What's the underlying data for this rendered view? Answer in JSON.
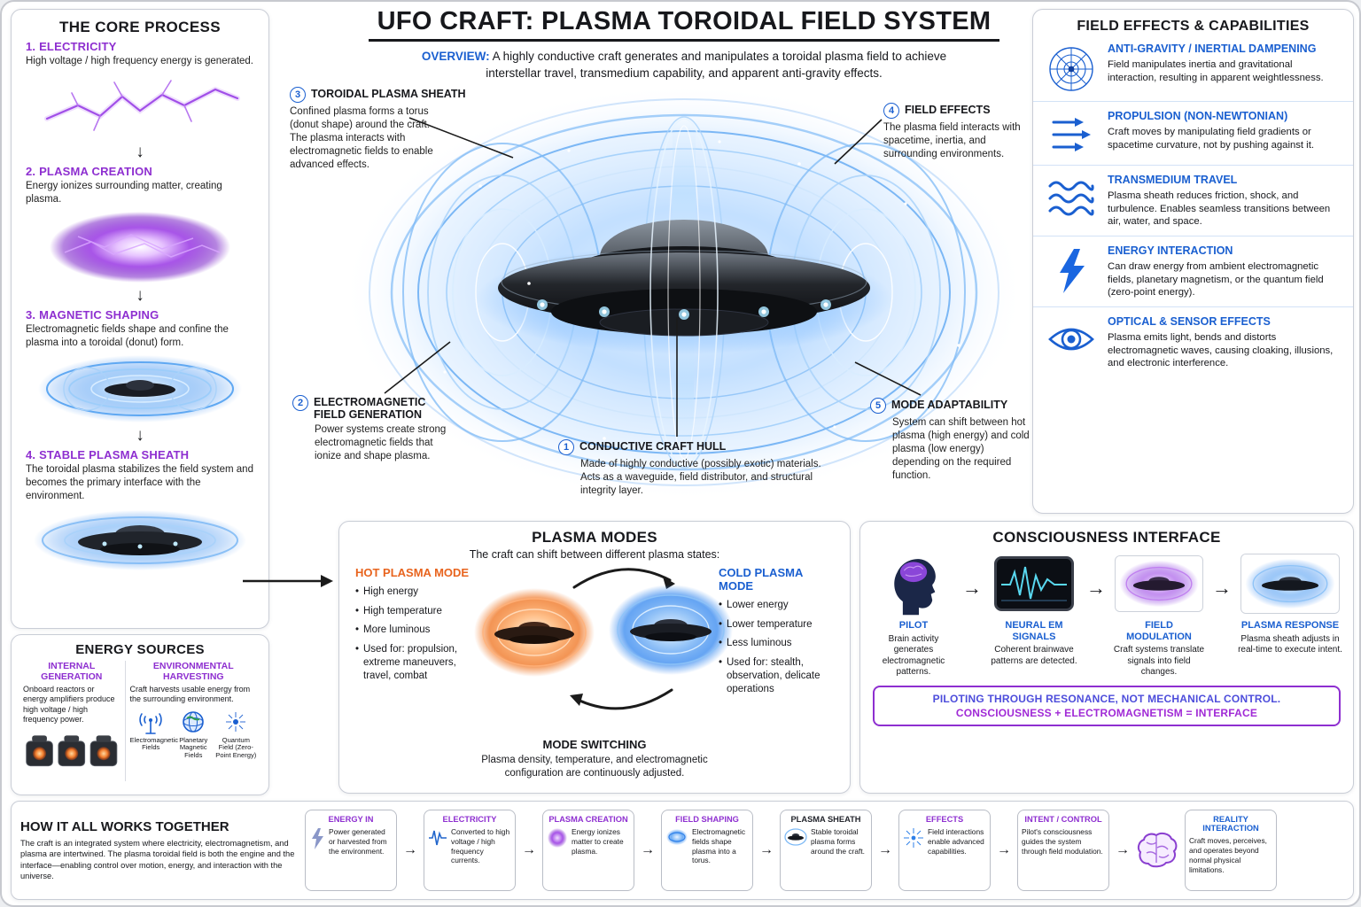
{
  "colors": {
    "blue": "#1a5fd0",
    "purple": "#8e2fd0",
    "orange": "#e8641e",
    "banner-blue": "#4d4ddb",
    "banner-purple": "#a02ad6"
  },
  "header": {
    "title": "UFO CRAFT: PLASMA TOROIDAL FIELD SYSTEM",
    "overview_label": "OVERVIEW:",
    "overview_text": "A highly conductive craft generates and manipulates a toroidal plasma field to achieve interstellar travel, transmedium capability, and apparent anti-gravity effects."
  },
  "core_process": {
    "title": "THE CORE PROCESS",
    "steps": [
      {
        "num": "1.",
        "label": "ELECTRICITY",
        "desc": "High voltage / high frequency energy is generated.",
        "icon": "lightning-illustration"
      },
      {
        "num": "2.",
        "label": "PLASMA CREATION",
        "desc": "Energy ionizes surrounding matter, creating plasma.",
        "icon": "plasma-blob-illustration"
      },
      {
        "num": "3.",
        "label": "MAGNETIC SHAPING",
        "desc": "Electromagnetic fields shape and confine the plasma into a toroidal (donut) form.",
        "icon": "toroid-illustration"
      },
      {
        "num": "4.",
        "label": "STABLE PLASMA SHEATH",
        "desc": "The toroidal plasma stabilizes the field system and becomes the primary interface with the environment.",
        "icon": "saucer-illustration"
      }
    ]
  },
  "diagram": {
    "annotations": [
      {
        "num": "3",
        "label": "TOROIDAL PLASMA SHEATH",
        "desc": "Confined plasma forms a torus (donut shape) around the craft. The plasma interacts with electromagnetic fields to enable advanced effects."
      },
      {
        "num": "4",
        "label": "FIELD EFFECTS",
        "desc": "The plasma field interacts with spacetime, inertia, and surrounding environments."
      },
      {
        "num": "2",
        "label": "ELECTROMAGNETIC FIELD GENERATION",
        "desc": "Power systems create strong electromagnetic fields that ionize and shape plasma."
      },
      {
        "num": "1",
        "label": "CONDUCTIVE CRAFT HULL",
        "desc": "Made of highly conductive (possibly exotic) materials. Acts as a waveguide, field distributor, and structural integrity layer."
      },
      {
        "num": "5",
        "label": "MODE ADAPTABILITY",
        "desc": "System can shift between hot plasma (high energy) and cold plasma (low energy) depending on the required function."
      }
    ]
  },
  "capabilities": {
    "title": "FIELD EFFECTS & CAPABILITIES",
    "items": [
      {
        "icon": "radial-grid-icon",
        "label": "ANTI-GRAVITY / INERTIAL DAMPENING",
        "desc": "Field manipulates inertia and gravitational interaction, resulting in apparent weightlessness."
      },
      {
        "icon": "arrows-right-icon",
        "label": "PROPULSION (NON-NEWTONIAN)",
        "desc": "Craft moves by manipulating field gradients or spacetime curvature, not by pushing against it."
      },
      {
        "icon": "waves-icon",
        "label": "TRANSMEDIUM TRAVEL",
        "desc": "Plasma sheath reduces friction, shock, and turbulence. Enables seamless transitions between air, water, and space."
      },
      {
        "icon": "lightning-bolt-icon",
        "label": "ENERGY INTERACTION",
        "desc": "Can draw energy from ambient electromagnetic fields, planetary magnetism, or the quantum field (zero-point energy)."
      },
      {
        "icon": "eye-icon",
        "label": "OPTICAL & SENSOR EFFECTS",
        "desc": "Plasma emits light, bends and distorts electromagnetic waves, causing cloaking, illusions, and electronic interference."
      }
    ]
  },
  "energy_sources": {
    "title": "ENERGY SOURCES",
    "internal": {
      "label": "INTERNAL GENERATION",
      "desc": "Onboard reactors or energy amplifiers produce high voltage / high frequency power."
    },
    "environmental": {
      "label": "ENVIRONMENTAL HARVESTING",
      "desc": "Craft harvests usable energy from the surrounding environment.",
      "sources": [
        "Electromagnetic Fields",
        "Planetary Magnetic Fields",
        "Quantum Field (Zero-Point Energy)"
      ]
    }
  },
  "plasma_modes": {
    "title": "PLASMA MODES",
    "subtitle": "The craft can shift between different plasma states:",
    "hot": {
      "label": "HOT PLASMA MODE",
      "bullets": [
        "High energy",
        "High temperature",
        "More luminous",
        "Used for: propulsion, extreme maneuvers, travel, combat"
      ]
    },
    "cold": {
      "label": "COLD PLASMA MODE",
      "bullets": [
        "Lower energy",
        "Lower temperature",
        "Less luminous",
        "Used for: stealth, observation, delicate operations"
      ]
    },
    "switching": {
      "label": "MODE SWITCHING",
      "desc": "Plasma density, temperature, and electromagnetic configuration are continuously adjusted."
    }
  },
  "consciousness": {
    "title": "CONSCIOUSNESS INTERFACE",
    "steps": [
      {
        "icon": "pilot-head-illustration",
        "label": "PILOT",
        "desc": "Brain activity generates electromagnetic patterns."
      },
      {
        "icon": "neural-monitor-illustration",
        "label": "NEURAL EM SIGNALS",
        "desc": "Coherent brainwave patterns are detected."
      },
      {
        "icon": "field-modulation-saucer-illustration",
        "label": "FIELD MODULATION",
        "desc": "Craft systems translate signals into field changes."
      },
      {
        "icon": "plasma-response-saucer-illustration",
        "label": "PLASMA RESPONSE",
        "desc": "Plasma sheath adjusts in real-time to execute intent."
      }
    ],
    "banner_line1": "PILOTING THROUGH RESONANCE, NOT MECHANICAL CONTROL.",
    "banner_line2": "CONSCIOUSNESS + ELECTROMAGNETISM = INTERFACE"
  },
  "how_it_works": {
    "title": "HOW IT ALL WORKS TOGETHER",
    "desc": "The craft is an integrated system where electricity, electromagnetism, and plasma are intertwined. The plasma toroidal field is both the engine and the interface—enabling control over motion, energy, and interaction with the universe.",
    "steps": [
      {
        "icon": "bolt-icon",
        "label": "ENERGY IN",
        "desc": "Power generated or harvested from the environment."
      },
      {
        "icon": "waveform-icon",
        "label": "ELECTRICITY",
        "desc": "Converted to high voltage / high frequency currents."
      },
      {
        "icon": "plasma-orb-icon",
        "label": "PLASMA CREATION",
        "desc": "Energy ionizes matter to create plasma."
      },
      {
        "icon": "toroid-icon",
        "label": "FIELD SHAPING",
        "desc": "Electromagnetic fields shape plasma into a torus."
      },
      {
        "icon": "saucer-icon",
        "label": "PLASMA SHEATH",
        "desc": "Stable toroidal plasma forms around the craft."
      },
      {
        "icon": "starburst-icon",
        "label": "EFFECTS",
        "desc": "Field interactions enable advanced capabilities."
      },
      {
        "icon": "",
        "label": "INTENT / CONTROL",
        "desc": "Pilot's consciousness guides the system through field modulation."
      },
      {
        "icon": "",
        "label": "REALITY INTERACTION",
        "desc": "Craft moves, perceives, and operates beyond normal physical limitations."
      }
    ]
  }
}
